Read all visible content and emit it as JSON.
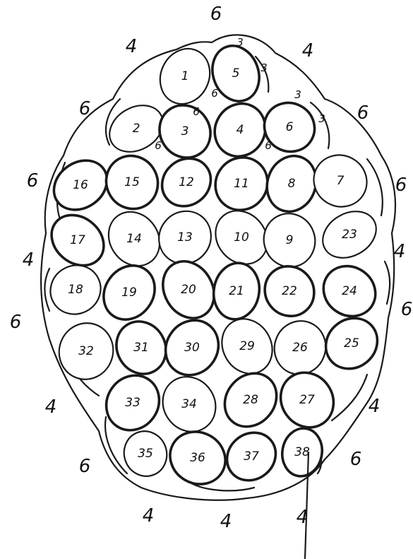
{
  "leaves": [
    {
      "label": "1",
      "bold": false
    },
    {
      "label": "5",
      "bold": true
    },
    {
      "label": "2",
      "bold": false
    },
    {
      "label": "3",
      "bold": true
    },
    {
      "label": "4",
      "bold": true
    },
    {
      "label": "6",
      "bold": true
    },
    {
      "label": "16",
      "bold": true
    },
    {
      "label": "15",
      "bold": true
    },
    {
      "label": "12",
      "bold": true
    },
    {
      "label": "11",
      "bold": true
    },
    {
      "label": "8",
      "bold": true
    },
    {
      "label": "7",
      "bold": false
    },
    {
      "label": "17",
      "bold": true
    },
    {
      "label": "14",
      "bold": false
    },
    {
      "label": "13",
      "bold": false
    },
    {
      "label": "10",
      "bold": false
    },
    {
      "label": "9",
      "bold": false
    },
    {
      "label": "23",
      "bold": false
    },
    {
      "label": "18",
      "bold": false
    },
    {
      "label": "19",
      "bold": true
    },
    {
      "label": "20",
      "bold": true
    },
    {
      "label": "21",
      "bold": true
    },
    {
      "label": "22",
      "bold": true
    },
    {
      "label": "24",
      "bold": true
    },
    {
      "label": "32",
      "bold": false
    },
    {
      "label": "31",
      "bold": true
    },
    {
      "label": "30",
      "bold": true
    },
    {
      "label": "29",
      "bold": false
    },
    {
      "label": "26",
      "bold": false
    },
    {
      "label": "25",
      "bold": true
    },
    {
      "label": "33",
      "bold": true
    },
    {
      "label": "34",
      "bold": false
    },
    {
      "label": "28",
      "bold": true
    },
    {
      "label": "27",
      "bold": true
    },
    {
      "label": "35",
      "bold": false
    },
    {
      "label": "36",
      "bold": true
    },
    {
      "label": "37",
      "bold": true
    },
    {
      "label": "38",
      "bold": true
    }
  ],
  "edge_labels": [
    "6",
    "4",
    "4",
    "6",
    "6",
    "6",
    "6",
    "4",
    "4",
    "6",
    "6",
    "4",
    "4",
    "6",
    "6",
    "4",
    "4",
    "4"
  ],
  "small_labels": [
    "3",
    "3",
    "6",
    "6",
    "6",
    "6",
    "3",
    "3"
  ]
}
